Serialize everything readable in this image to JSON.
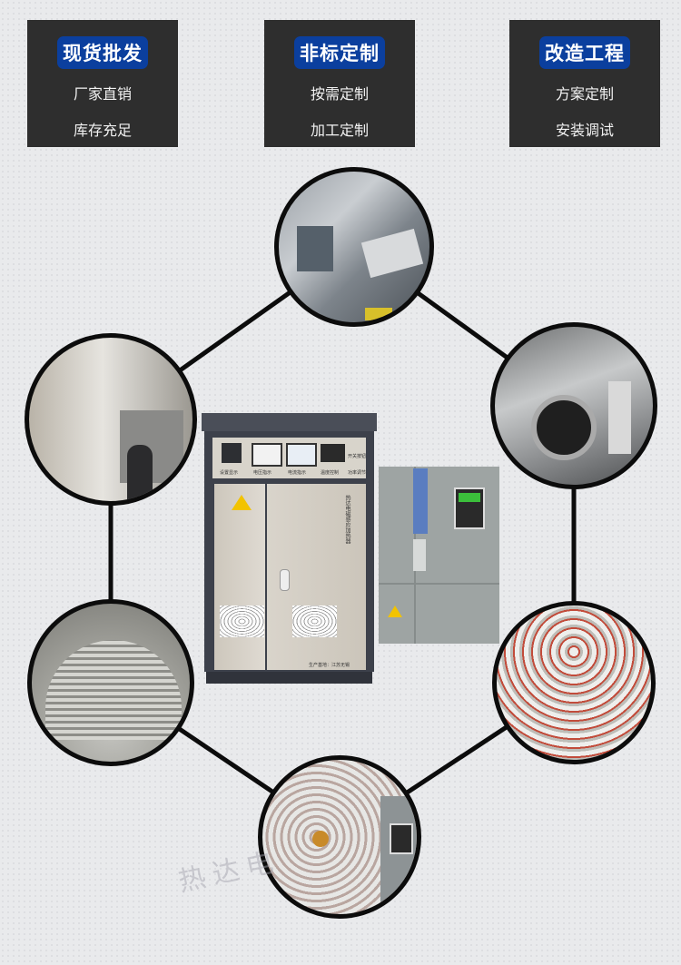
{
  "cards": [
    {
      "title": "现货批发",
      "lines": [
        "厂家直销",
        "库存充足"
      ]
    },
    {
      "title": "非标定制",
      "lines": [
        "按需定制",
        "加工定制"
      ]
    },
    {
      "title": "改造工程",
      "lines": [
        "方案定制",
        "安装调试"
      ]
    }
  ],
  "cabinet": {
    "brand_text": "热达电磁感应加热器",
    "panel_labels": [
      "设置显示",
      "电压指示",
      "电流指示",
      "温度控制",
      "开关按钮",
      "功率调节"
    ],
    "origin": "生产基地：江苏无锡"
  },
  "watermark": "热达电",
  "colors": {
    "card_bg": "#2e2e2e",
    "tag_bg": "#0b3f9e",
    "background": "#e9eaec"
  }
}
